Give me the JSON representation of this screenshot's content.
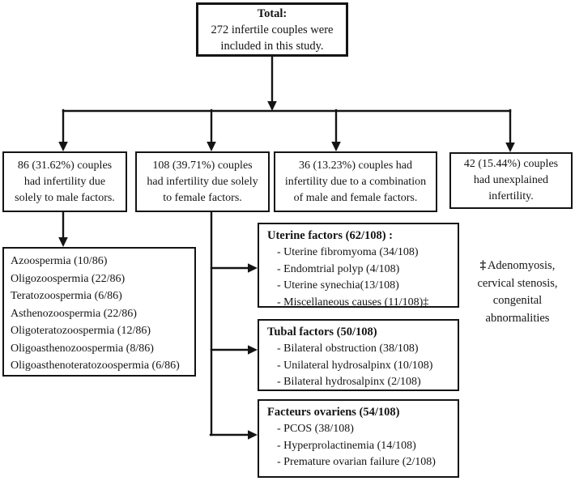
{
  "colors": {
    "ink": "#141414",
    "paper": "#ffffff"
  },
  "total_box": {
    "title": "Total:",
    "lines": [
      "272 infertile couples were",
      "included in this study."
    ]
  },
  "branch_boxes": {
    "male": {
      "lines": [
        "86 (31.62%) couples",
        "had infertility due",
        "solely to male factors."
      ]
    },
    "female": {
      "lines": [
        "108 (39.71%) couples",
        "had infertility due solely",
        "to female factors."
      ]
    },
    "combined": {
      "lines": [
        "36 (13.23%) couples had",
        "infertility due to a combination",
        "of male and female factors."
      ]
    },
    "unexplained": {
      "lines": [
        "42 (15.44%) couples",
        "had unexplained",
        "infertility."
      ]
    }
  },
  "male_factors_box": {
    "items": [
      "Azoospermia (10/86)",
      "Oligozoospermia (22/86)",
      "Teratozoospermia (6/86)",
      "Asthenozoospermia (22/86)",
      "Oligoteratozoospermia (12/86)",
      "Oligoasthenozoospermia (8/86)",
      "Oligoasthenoteratozoospermia (6/86)"
    ]
  },
  "uterine_box": {
    "title": "Uterine factors (62/108) :",
    "items": [
      "- Uterine fibromyoma (34/108)",
      "- Endomtrial polyp (4/108)",
      "- Uterine synechia(13/108)",
      "- Miscellaneous causes (11/108)‡"
    ]
  },
  "tubal_box": {
    "title": "Tubal factors (50/108)",
    "items": [
      "- Bilateral obstruction (38/108)",
      "- Unilateral hydrosalpinx (10/108)",
      "- Bilateral hydrosalpinx (2/108)"
    ]
  },
  "ovarian_box": {
    "title": "Facteurs ovariens (54/108)",
    "items": [
      "- PCOS (38/108)",
      "- Hyperprolactinemia (14/108)",
      "- Premature ovarian failure (2/108)"
    ]
  },
  "footnote": {
    "symbol": "‡",
    "lines": [
      "Adenomyosis,",
      "cervical stenosis,",
      "congenital",
      "abnormalities"
    ]
  }
}
